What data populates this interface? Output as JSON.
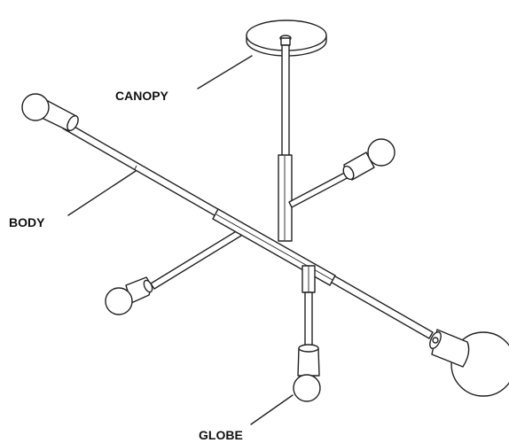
{
  "diagram": {
    "labels": {
      "canopy": "CANOPY",
      "body": "BODY",
      "globe": "GLOBE"
    },
    "colors": {
      "line": "#222222",
      "background": "#ffffff",
      "text": "#111111"
    }
  }
}
